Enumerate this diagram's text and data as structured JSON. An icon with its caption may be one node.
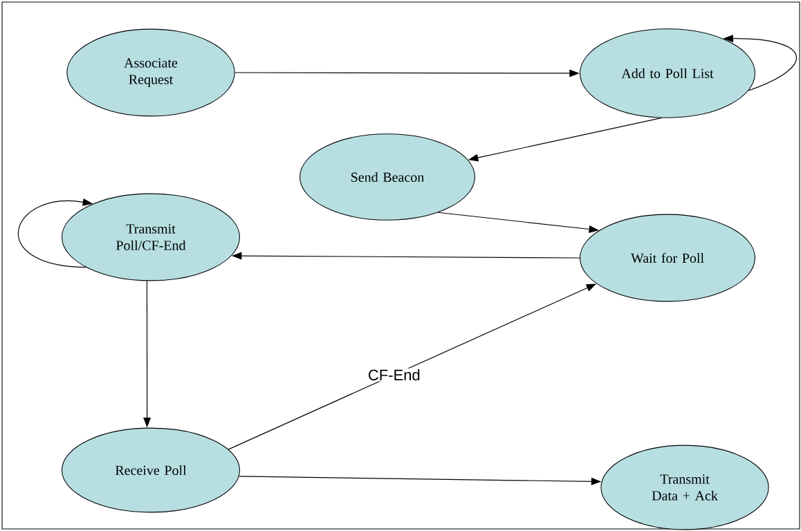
{
  "diagram": {
    "nodes": [
      {
        "text": [
          "Associate Request"
        ]
      },
      {
        "text": [
          "Add to Poll List"
        ]
      },
      {
        "text": [
          "Send Beacon"
        ]
      },
      {
        "text": [
          "Transmit Poll/CF-End"
        ]
      },
      {
        "text": [
          "Wait for Poll"
        ]
      },
      {
        "text": [
          "Receive Poll"
        ]
      },
      {
        "text": [
          "Transmit Data + Ack"
        ]
      }
    ],
    "edges": [
      {
        "from": 0,
        "to": 1,
        "arrow": "to"
      },
      {
        "from": 1,
        "to": 1,
        "arrow": "to"
      },
      {
        "from": 1,
        "to": 2,
        "arrow": "to"
      },
      {
        "from": 2,
        "to": 4,
        "arrow": "to"
      },
      {
        "from": 4,
        "to": 3,
        "arrow": "to"
      },
      {
        "from": 3,
        "to": 3,
        "arrow": "to"
      },
      {
        "from": 3,
        "to": 5,
        "arrow": "to"
      },
      {
        "from": 5,
        "to": 4,
        "arrow": "to",
        "label": "CF-End"
      },
      {
        "from": 5,
        "to": 6,
        "arrow": "to"
      }
    ]
  }
}
